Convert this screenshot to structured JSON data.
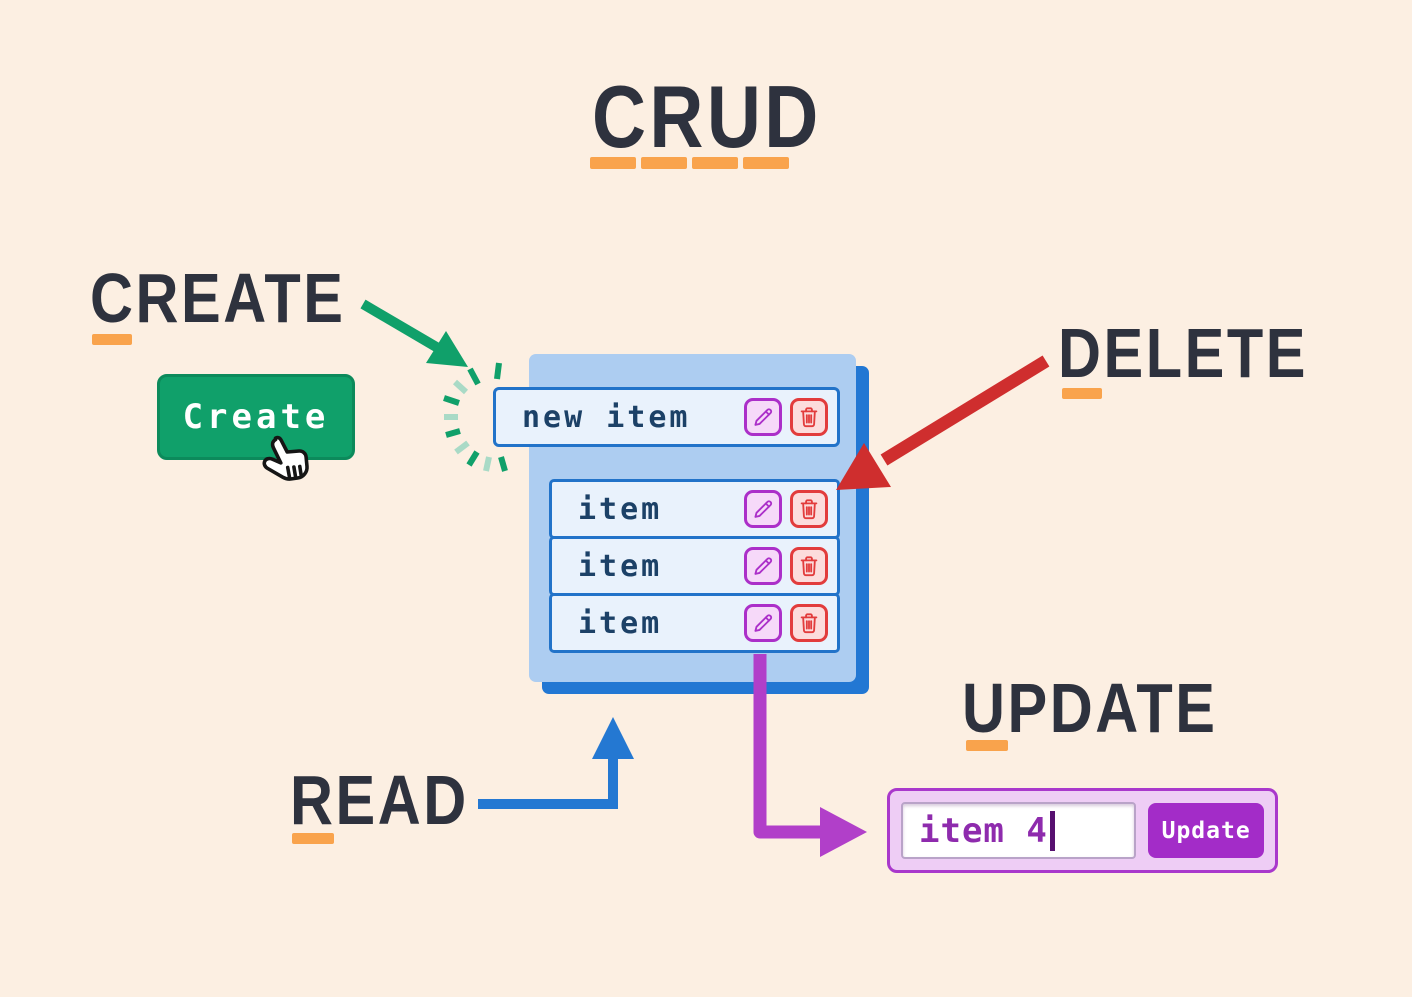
{
  "title": {
    "text": "CRUD"
  },
  "operations": {
    "create": {
      "label": "CREATE"
    },
    "read": {
      "label": "READ"
    },
    "update": {
      "label": "UPDATE"
    },
    "delete": {
      "label": "DELETE"
    }
  },
  "create_button": {
    "label": "Create"
  },
  "list": {
    "new_item": {
      "text": "new item"
    },
    "items": [
      {
        "text": "item"
      },
      {
        "text": "item"
      },
      {
        "text": "item"
      }
    ]
  },
  "update_widget": {
    "input_value": "item 4",
    "button_label": "Update"
  },
  "icons": {
    "edit": "pencil-icon",
    "delete": "trash-icon",
    "pointer": "hand-pointer-icon"
  },
  "colors": {
    "background": "#fcefe2",
    "ink": "#2e323e",
    "underline_orange": "#f9a34c",
    "green": "#10a06a",
    "green_light": "#a9dac6",
    "panel_blue": "#adcdf1",
    "panel_shadow_blue": "#2277d3",
    "row_border_blue": "#2273c9",
    "row_bg": "#e9f2fc",
    "item_text_navy": "#1c4167",
    "purple": "#ab2fc9",
    "purple_button": "#a32cc8",
    "input_text_purple": "#8e2bad",
    "red": "#e23c3c",
    "arrow_red": "#cf2e2e",
    "arrow_blue": "#2478d2",
    "arrow_purple": "#b13fc9"
  }
}
